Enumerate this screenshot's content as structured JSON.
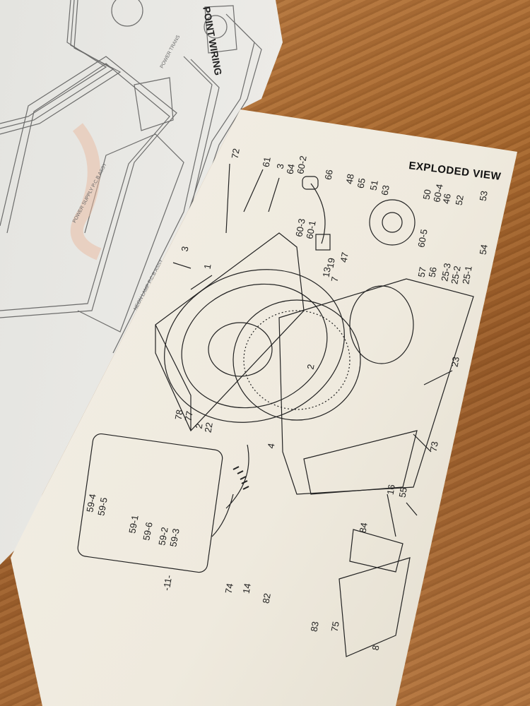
{
  "left_page": {
    "heading": "POINT WIRING",
    "labels": [
      "POWER TRANS",
      "POWER SUPPLY P.C.B ASSY",
      "NEON LAMP P.C.B ASSY"
    ]
  },
  "right_page": {
    "title": "EXPLODED VIEW",
    "page_number": "-11-",
    "part_labels": [
      "72",
      "61",
      "3",
      "64",
      "60-2",
      "66",
      "48",
      "65",
      "51",
      "63",
      "50",
      "60-4",
      "46",
      "52",
      "53",
      "60-3",
      "60-1",
      "19",
      "47",
      "13",
      "7",
      "60-5",
      "57",
      "56",
      "25-3",
      "25-2",
      "25-1",
      "54",
      "3",
      "1",
      "23",
      "2",
      "78",
      "77",
      "2",
      "22",
      "4",
      "73",
      "59-4",
      "59-5",
      "59-1",
      "59-6",
      "59-2",
      "59-3",
      "16",
      "55",
      "84",
      "74",
      "14",
      "82",
      "83",
      "75",
      "8"
    ]
  },
  "colors": {
    "paper": "#efeade",
    "wood": "#a8692f",
    "ink": "#1d1d1d"
  }
}
